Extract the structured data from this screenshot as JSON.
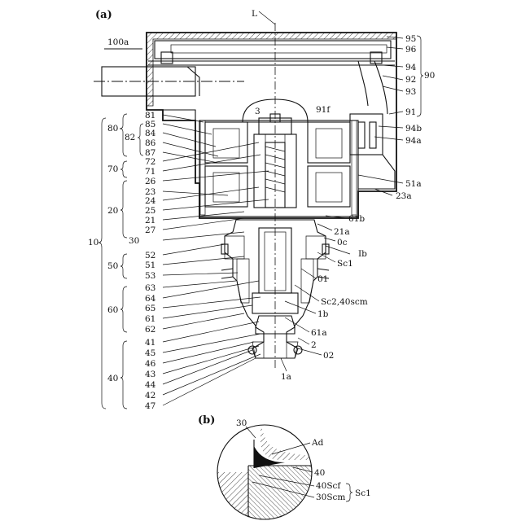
{
  "panels": {
    "a": "(a)",
    "b": "(b)"
  },
  "axis_label": "L",
  "top_label": "100a",
  "labels_left": [
    "81",
    "85",
    "84",
    "86",
    "87",
    "72",
    "71",
    "26",
    "23",
    "24",
    "25",
    "21",
    "27",
    "30",
    "52",
    "51",
    "53",
    "63",
    "64",
    "65",
    "61",
    "62",
    "41",
    "45",
    "46",
    "43",
    "44",
    "42",
    "47"
  ],
  "group_labels": [
    "80",
    "82",
    "70",
    "20",
    "10",
    "50",
    "60",
    "40"
  ],
  "labels_right": [
    "95",
    "96",
    "94",
    "92",
    "93",
    "91",
    "94b",
    "94a",
    "51a",
    "23a",
    "61b",
    "21a",
    "0c",
    "Ⅰb",
    "Sc1",
    "01",
    "Sc2,40scm",
    "1b",
    "61a",
    "2",
    "02"
  ],
  "label_90": "90",
  "label_3": "3",
  "label_91f": "91f",
  "label_1a": "1a",
  "detail_labels": {
    "part30": "30",
    "ad": "Ad",
    "part40": "40",
    "scf": "40Scf",
    "scm": "30Scm",
    "sc1": "Sc1"
  }
}
